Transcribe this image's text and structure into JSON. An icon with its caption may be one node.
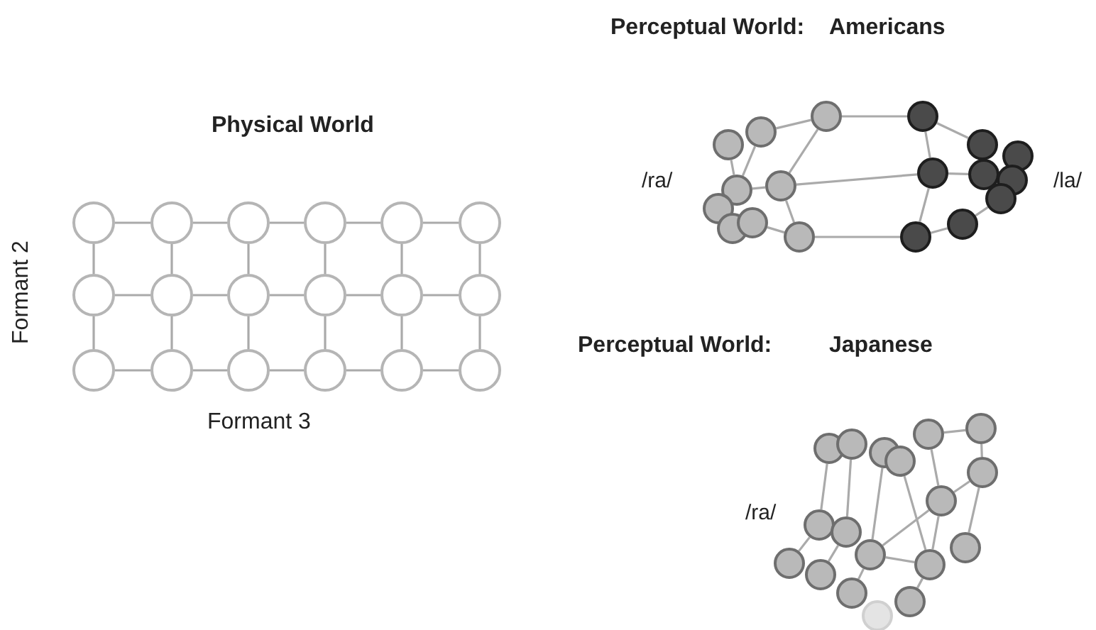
{
  "diagram": {
    "nodes": [
      {
        "text": [],
        "shape": "circle"
      },
      {
        "text": [],
        "shape": "circle"
      },
      {
        "text": [],
        "shape": "circle"
      },
      {
        "text": [],
        "shape": "circle"
      },
      {
        "text": [],
        "shape": "circle"
      },
      {
        "text": [],
        "shape": "circle"
      },
      {
        "text": [],
        "shape": "circle"
      },
      {
        "text": [],
        "shape": "circle"
      },
      {
        "text": [],
        "shape": "circle"
      },
      {
        "text": [],
        "shape": "circle"
      },
      {
        "text": [],
        "shape": "circle"
      },
      {
        "text": [],
        "shape": "circle"
      },
      {
        "text": [],
        "shape": "circle"
      },
      {
        "text": [],
        "shape": "circle"
      },
      {
        "text": [],
        "shape": "circle"
      },
      {
        "text": [],
        "shape": "circle"
      },
      {
        "text": [],
        "shape": "circle"
      },
      {
        "text": [],
        "shape": "circle"
      },
      {
        "text": [],
        "shape": "circle"
      },
      {
        "text": [],
        "shape": "circle"
      },
      {
        "text": [],
        "shape": "circle"
      },
      {
        "text": [],
        "shape": "circle"
      },
      {
        "text": [],
        "shape": "circle"
      },
      {
        "text": [],
        "shape": "circle"
      },
      {
        "text": [],
        "shape": "circle"
      },
      {
        "text": [],
        "shape": "circle"
      },
      {
        "text": [],
        "shape": "circle"
      },
      {
        "text": [],
        "shape": "circle"
      },
      {
        "text": [],
        "shape": "circle"
      },
      {
        "text": [],
        "shape": "circle"
      },
      {
        "text": [],
        "shape": "circle"
      },
      {
        "text": [],
        "shape": "circle"
      },
      {
        "text": [],
        "shape": "circle"
      },
      {
        "text": [],
        "shape": "circle"
      },
      {
        "text": [],
        "shape": "circle"
      },
      {
        "text": [],
        "shape": "circle"
      },
      {
        "text": [],
        "shape": "circle"
      },
      {
        "text": [],
        "shape": "circle"
      },
      {
        "text": [],
        "shape": "circle"
      },
      {
        "text": [],
        "shape": "circle"
      },
      {
        "text": [],
        "shape": "circle"
      },
      {
        "text": [],
        "shape": "circle"
      },
      {
        "text": [],
        "shape": "circle"
      },
      {
        "text": [],
        "shape": "circle"
      },
      {
        "text": [],
        "shape": "circle"
      },
      {
        "text": [],
        "shape": "circle"
      },
      {
        "text": [],
        "shape": "circle"
      },
      {
        "text": [],
        "shape": "circle"
      },
      {
        "text": [],
        "shape": "circle"
      },
      {
        "text": [],
        "shape": "circle"
      },
      {
        "text": [],
        "shape": "circle"
      },
      {
        "text": [],
        "shape": "circle"
      },
      {
        "text": [],
        "shape": "circle"
      },
      {
        "text": [],
        "shape": "circle"
      }
    ],
    "edges": [
      {
        "from": 0,
        "to": 1,
        "arrow": "none"
      },
      {
        "from": 1,
        "to": 2,
        "arrow": "none"
      },
      {
        "from": 2,
        "to": 3,
        "arrow": "none"
      },
      {
        "from": 3,
        "to": 4,
        "arrow": "none"
      },
      {
        "from": 4,
        "to": 5,
        "arrow": "none"
      },
      {
        "from": 6,
        "to": 7,
        "arrow": "none"
      },
      {
        "from": 7,
        "to": 8,
        "arrow": "none"
      },
      {
        "from": 8,
        "to": 9,
        "arrow": "none"
      },
      {
        "from": 9,
        "to": 10,
        "arrow": "none"
      },
      {
        "from": 10,
        "to": 11,
        "arrow": "none"
      },
      {
        "from": 12,
        "to": 13,
        "arrow": "none"
      },
      {
        "from": 13,
        "to": 14,
        "arrow": "none"
      },
      {
        "from": 14,
        "to": 15,
        "arrow": "none"
      },
      {
        "from": 15,
        "to": 16,
        "arrow": "none"
      },
      {
        "from": 16,
        "to": 17,
        "arrow": "none"
      },
      {
        "from": 0,
        "to": 6,
        "arrow": "none"
      },
      {
        "from": 1,
        "to": 7,
        "arrow": "none"
      },
      {
        "from": 2,
        "to": 8,
        "arrow": "none"
      },
      {
        "from": 3,
        "to": 9,
        "arrow": "none"
      },
      {
        "from": 4,
        "to": 10,
        "arrow": "none"
      },
      {
        "from": 5,
        "to": 11,
        "arrow": "none"
      },
      {
        "from": 6,
        "to": 12,
        "arrow": "none"
      },
      {
        "from": 7,
        "to": 13,
        "arrow": "none"
      },
      {
        "from": 8,
        "to": 14,
        "arrow": "none"
      },
      {
        "from": 9,
        "to": 15,
        "arrow": "none"
      },
      {
        "from": 10,
        "to": 16,
        "arrow": "none"
      },
      {
        "from": 11,
        "to": 17,
        "arrow": "none"
      },
      {
        "from": 20,
        "to": 27,
        "arrow": "none"
      },
      {
        "from": 20,
        "to": 19,
        "arrow": "none"
      },
      {
        "from": 20,
        "to": 22,
        "arrow": "none"
      },
      {
        "from": 22,
        "to": 28,
        "arrow": "none"
      },
      {
        "from": 22,
        "to": 21,
        "arrow": "none"
      },
      {
        "from": 22,
        "to": 26,
        "arrow": "none"
      },
      {
        "from": 26,
        "to": 35,
        "arrow": "none"
      },
      {
        "from": 35,
        "to": 34,
        "arrow": "none"
      },
      {
        "from": 34,
        "to": 33,
        "arrow": "none"
      },
      {
        "from": 27,
        "to": 29,
        "arrow": "none"
      },
      {
        "from": 27,
        "to": 28,
        "arrow": "none"
      },
      {
        "from": 28,
        "to": 35,
        "arrow": "none"
      },
      {
        "from": 28,
        "to": 31,
        "arrow": "none"
      },
      {
        "from": 18,
        "to": 21,
        "arrow": "none"
      },
      {
        "from": 19,
        "to": 21,
        "arrow": "none"
      },
      {
        "from": 25,
        "to": 26,
        "arrow": "none"
      },
      {
        "from": 36,
        "to": 37,
        "arrow": "none"
      },
      {
        "from": 36,
        "to": 42,
        "arrow": "none"
      },
      {
        "from": 37,
        "to": 43,
        "arrow": "none"
      },
      {
        "from": 42,
        "to": 43,
        "arrow": "none"
      },
      {
        "from": 42,
        "to": 47,
        "arrow": "none"
      },
      {
        "from": 38,
        "to": 44,
        "arrow": "none"
      },
      {
        "from": 39,
        "to": 45,
        "arrow": "none"
      },
      {
        "from": 40,
        "to": 46,
        "arrow": "none"
      },
      {
        "from": 41,
        "to": 48,
        "arrow": "none"
      },
      {
        "from": 43,
        "to": 48,
        "arrow": "none"
      },
      {
        "from": 43,
        "to": 46,
        "arrow": "none"
      },
      {
        "from": 48,
        "to": 46,
        "arrow": "none"
      },
      {
        "from": 48,
        "to": 52,
        "arrow": "none"
      },
      {
        "from": 44,
        "to": 49,
        "arrow": "none"
      },
      {
        "from": 45,
        "to": 50,
        "arrow": "none"
      },
      {
        "from": 46,
        "to": 51,
        "arrow": "none"
      }
    ],
    "labels": [
      "Perceptual World:",
      "Americans",
      "Physical World",
      "/ra/",
      "/la/",
      "Formant 2",
      "Formant 3",
      "Perceptual World:",
      "Japanese",
      "/ra/"
    ]
  }
}
